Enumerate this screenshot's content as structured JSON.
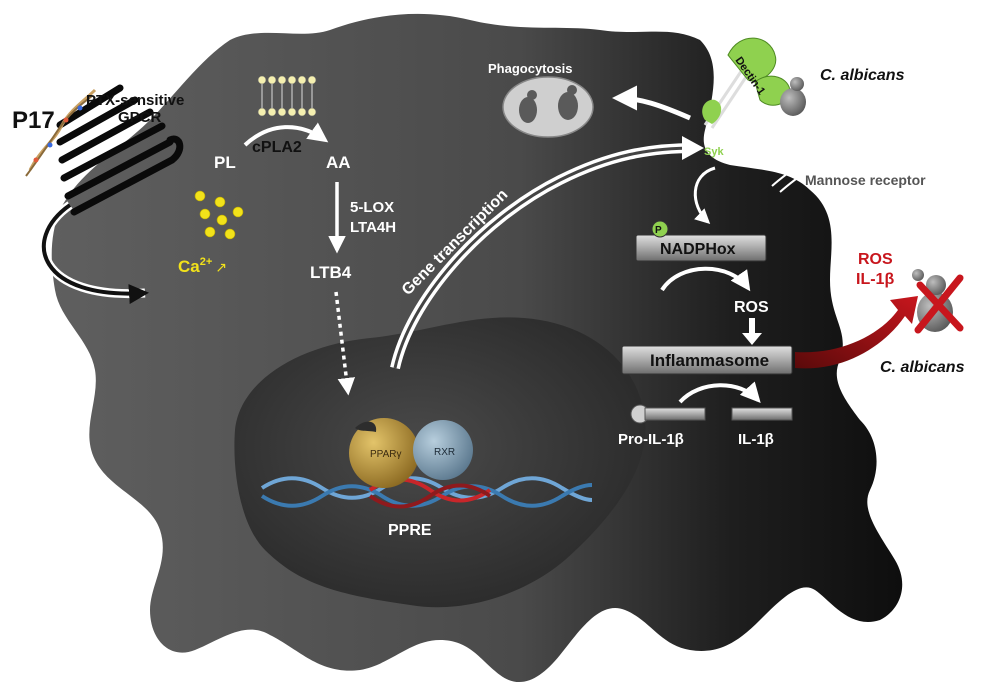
{
  "labels": {
    "p17": "P17",
    "gpcr": [
      "PTX-sensitive",
      "GPCR"
    ],
    "calcium": "Ca",
    "calcium_sup": "2+",
    "calcium_arrow": "↗",
    "pl": "PL",
    "cpla2": "cPLA2",
    "aa": "AA",
    "lox": "5-LOX",
    "lta4h": "LTA4H",
    "ltb4": "LTB4",
    "gene_transcription": "Gene transcription",
    "phagocytosis": "Phagocytosis",
    "dectin": "Dectin-1",
    "syk": "Syk",
    "c_albicans_top": "C. albicans",
    "mannose_receptor": "Mannose receptor",
    "phospho": "P",
    "nadphox": "NADPHox",
    "ros_mid": "ROS",
    "inflammasome": "Inflammasome",
    "pro_il1b": "Pro-IL-1β",
    "il1b": "IL-1β",
    "ros_out": "ROS",
    "il1b_out": "IL-1β",
    "c_albicans_bottom": "C. albicans",
    "ppar": "PPARγ",
    "rxr": "RXR",
    "ppre": "PPRE"
  },
  "colors": {
    "cell": "#5c5c5c",
    "cell_dark": "#161616",
    "nucleus": "#3a3a3a",
    "calcium": "#f2e21a",
    "dectin": "#8fd14f",
    "red": "#c8161d",
    "ppar": "#b5913a",
    "rxr": "#7b97ad",
    "dna_blue": "#6fa6d6",
    "dna_red": "#c8262a"
  }
}
